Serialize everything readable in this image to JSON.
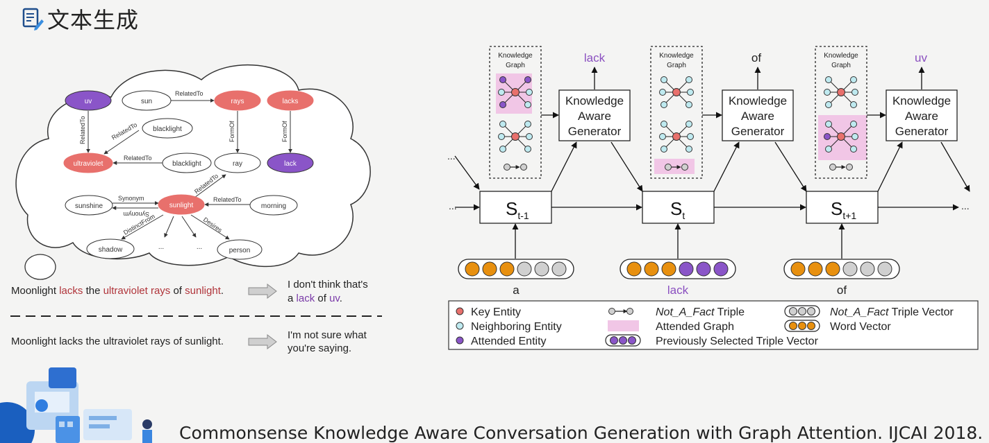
{
  "page": {
    "title": "文本生成",
    "citation": "Commonsense Knowledge Aware Conversation Generation with Graph Attention. IJCAI 2018."
  },
  "colors": {
    "key_entity": "#e8706c",
    "neighboring_entity": "#bfeaf0",
    "attended_entity": "#8a55c8",
    "attended_graph": "#f1c6e6",
    "word_vector": "#e8900f",
    "triple_vector_gray": "#d0d0d0",
    "accent_purple": "#8a4fc0"
  },
  "graph": {
    "nodes": {
      "uv": "uv",
      "sun": "sun",
      "rays": "rays",
      "lacks": "lacks",
      "blacklight1": "blacklight",
      "ultraviolet": "ultraviolet",
      "blacklight2": "blacklight",
      "ray": "ray",
      "lack": "lack",
      "sunshine": "sunshine",
      "sunlight": "sunlight",
      "morning": "morning",
      "shadow": "shadow",
      "dots1": "...",
      "dots2": "...",
      "person": "person"
    },
    "edges": {
      "sun_rays": "RelatedTo",
      "uv_ultraviolet": "RelatedTo",
      "blacklight_ultraviolet_a": "RelatedTo",
      "blacklight_ultraviolet_b": "RelatedTo",
      "rays_ray": "FormOf",
      "lacks_lack": "FormOf",
      "sunshine_sunlight": "Synonym",
      "sunshine_sunlight_rev": "Synonym",
      "sunlight_ray": "RelatedTo",
      "morning_sunlight": "RelatedTo",
      "sunlight_shadow": "DistinctFrom",
      "sunlight_person": "Desires"
    }
  },
  "examples": {
    "ex1_post_parts": [
      "Moonlight ",
      "lacks",
      " the ",
      "ultraviolet rays",
      " of ",
      "sunlight",
      "."
    ],
    "ex1_response_line1": "I don't think that's",
    "ex1_response_line2_parts": [
      "a ",
      "lack",
      " of ",
      "uv",
      "."
    ],
    "ex2_post": "Moonlight lacks the ultraviolet rays of sunlight.",
    "ex2_response_line1": "I'm not sure what",
    "ex2_response_line2": "you're saying."
  },
  "diagram": {
    "kg_label_line1": "Knowledge",
    "kg_label_line2": "Graph",
    "generator_line1": "Knowledge",
    "generator_line2": "Aware",
    "generator_line3": "Generator",
    "outputs": [
      "lack",
      "of",
      "uv"
    ],
    "states": [
      {
        "base": "S",
        "sub": "t-1"
      },
      {
        "base": "S",
        "sub": "t"
      },
      {
        "base": "S",
        "sub": "t+1"
      }
    ],
    "inputs": [
      "a",
      "lack",
      "of"
    ],
    "ellipsis": "..."
  },
  "legend": {
    "key_entity": "Key Entity",
    "neighboring_entity": "Neighboring Entity",
    "attended_entity": "Attended Entity",
    "not_a_fact_triple_italic": "Not_A_Fact",
    "not_a_fact_triple_rest": " Triple",
    "attended_graph": "Attended Graph",
    "previously_selected": "Previously Selected Triple Vector",
    "not_a_fact_vector_italic": "Not_A_Fact",
    "not_a_fact_vector_rest": " Triple Vector",
    "word_vector": "Word Vector"
  }
}
